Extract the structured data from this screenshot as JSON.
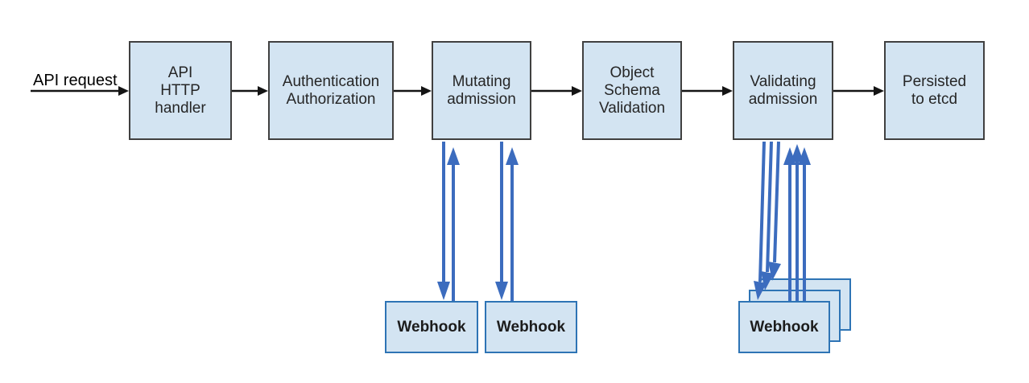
{
  "colors": {
    "box_fill": "#d3e4f2",
    "box_border": "#404040",
    "webhook_border": "#2e74b5",
    "arrow_blue": "#3c6cbe",
    "arrow_black": "#141414"
  },
  "flow": {
    "input_label": "API request",
    "stages": [
      {
        "name": "api-http-handler",
        "lines": [
          "API",
          "HTTP",
          "handler"
        ]
      },
      {
        "name": "authentication-authorization",
        "lines": [
          "Authentication",
          "Authorization"
        ]
      },
      {
        "name": "mutating-admission",
        "lines": [
          "Mutating",
          "admission"
        ]
      },
      {
        "name": "object-schema-validation",
        "lines": [
          "Object",
          "Schema",
          "Validation"
        ]
      },
      {
        "name": "validating-admission",
        "lines": [
          "Validating",
          "admission"
        ]
      },
      {
        "name": "persisted-to-etcd",
        "lines": [
          "Persisted",
          "to etcd"
        ]
      }
    ],
    "mutating_webhooks": [
      {
        "label": "Webhook"
      },
      {
        "label": "Webhook"
      }
    ],
    "validating_webhook_stack": {
      "count": 3,
      "label": "Webhook"
    }
  }
}
